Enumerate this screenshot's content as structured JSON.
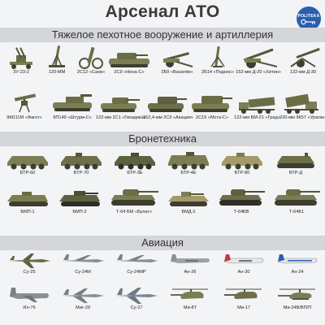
{
  "header": {
    "title": "Арсенал АТО",
    "logo_text": "POLITEKA"
  },
  "sections": {
    "artillery": {
      "title": "Тяжелое пехотное вооружение и артиллерия",
      "row1": [
        "ЗУ-23-2",
        "120-ММ",
        "2С12 «Сани»",
        "2С9 «Нона-С»",
        "2Б9 «Василёк»",
        "2Б14 «Поднос»",
        "152-мм Д-20 «Хитин»",
        "122-мм Д-30"
      ],
      "row2": [
        "9М111М «Фагот»",
        "9П149 «Штурм-С»",
        "122-мм 2С1 «Гвоздика»",
        "152,4-мм 2С3 «Акация»",
        "2С19 «Мста-С»",
        "122-мм БМ-21 «Град»",
        "220-мм 9К57 «Ураган»"
      ]
    },
    "armor": {
      "title": "Бронетехника",
      "row1": [
        "БТР-60",
        "БТР-70",
        "БТР-3Е",
        "БТР-4Е",
        "БТР-80",
        "БТР-Д"
      ],
      "row2": [
        "БМП-1",
        "БМП-2",
        "Т-64 БМ «Булат»",
        "БМД-2",
        "Т-64БВ",
        "Т-64Б1"
      ]
    },
    "aviation": {
      "title": "Авиация",
      "row1": [
        "Су-25",
        "Су-24М",
        "Су-24МР",
        "Ан-26",
        "Ан-30",
        "Ан-24"
      ],
      "row2": [
        "Ил-76",
        "Миг-29",
        "Су-27",
        "Ми-8Т",
        "Ми-17",
        "Ми-24В/ВП/П"
      ]
    }
  },
  "colors": {
    "khaki": "#7c7d52",
    "dark_green": "#5b6240",
    "sand": "#a49a6a",
    "grey_plane": "#8a8f94",
    "band": "#d4d6da",
    "logo_blue": "#2a5fb0"
  }
}
